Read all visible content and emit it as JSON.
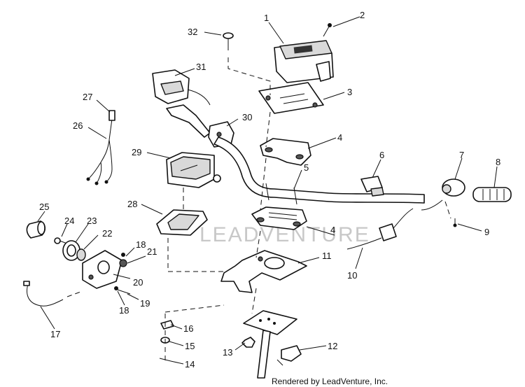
{
  "watermark": "LEADVENTURE",
  "credit": "Rendered by LeadVenture, Inc.",
  "callouts": {
    "c1": "1",
    "c2": "2",
    "c3": "3",
    "c4a": "4",
    "c4b": "4",
    "c5": "5",
    "c6": "6",
    "c7": "7",
    "c8": "8",
    "c9": "9",
    "c10": "10",
    "c11": "11",
    "c12": "12",
    "c13": "13",
    "c14": "14",
    "c15": "15",
    "c16": "16",
    "c17": "17",
    "c18a": "18",
    "c18b": "18",
    "c19": "19",
    "c20": "20",
    "c21": "21",
    "c22": "22",
    "c23": "23",
    "c24": "24",
    "c25": "25",
    "c26": "26",
    "c27": "27",
    "c28": "28",
    "c29": "29",
    "c30": "30",
    "c31": "31",
    "c32": "32"
  }
}
